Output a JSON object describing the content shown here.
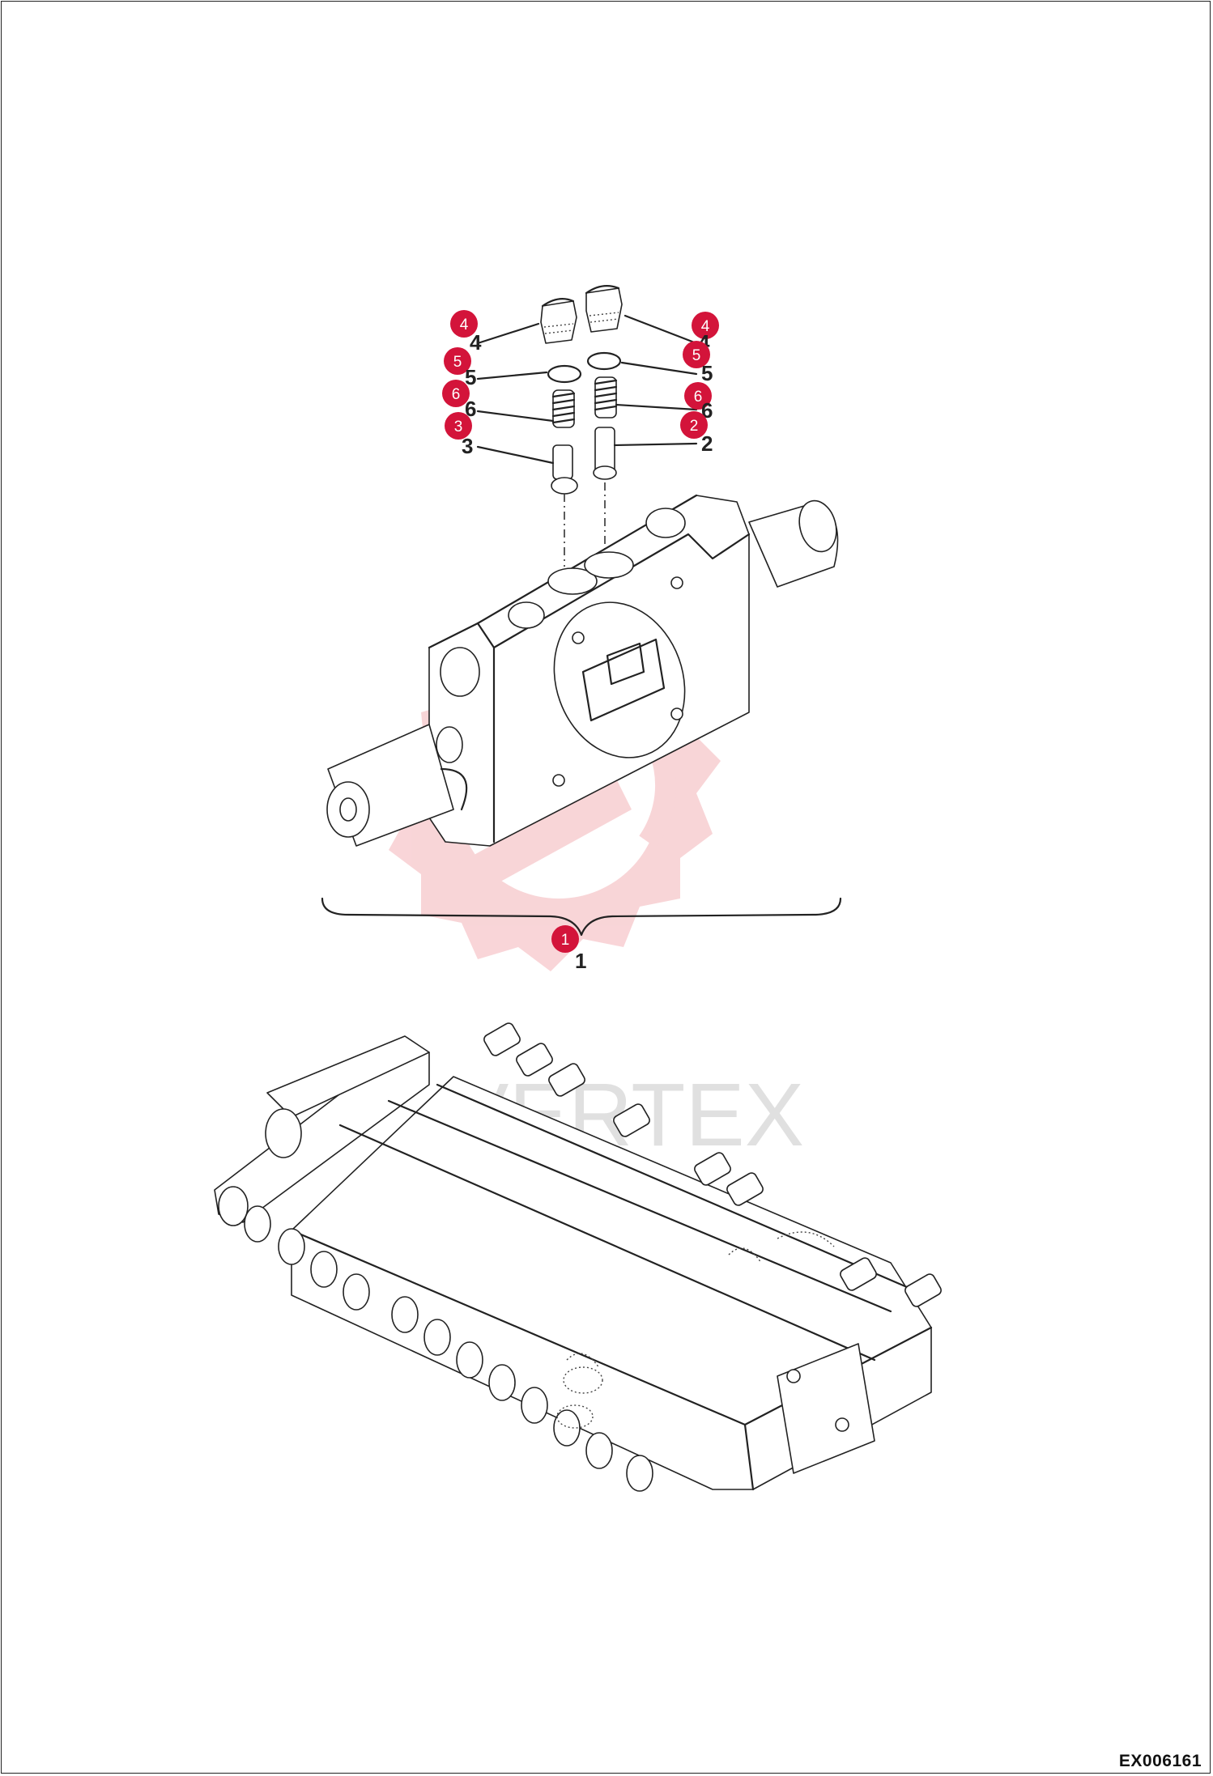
{
  "drawing_code": "EX006161",
  "watermark": {
    "text": "VERTEX",
    "color": "#f2b9bd"
  },
  "callout_color": "#d3143a",
  "callouts": [
    {
      "id": "c4-left",
      "label": "4"
    },
    {
      "id": "c5-left",
      "label": "5"
    },
    {
      "id": "c6-left",
      "label": "6"
    },
    {
      "id": "c3-left",
      "label": "3"
    },
    {
      "id": "c4-right",
      "label": "4"
    },
    {
      "id": "c5-right",
      "label": "5"
    },
    {
      "id": "c6-right",
      "label": "6"
    },
    {
      "id": "c2-right",
      "label": "2"
    },
    {
      "id": "c1-main",
      "label": "1"
    }
  ],
  "reference_numbers": {
    "left": [
      "4",
      "5",
      "6",
      "3"
    ],
    "right": [
      "4",
      "5",
      "6",
      "2"
    ],
    "main": "1"
  }
}
